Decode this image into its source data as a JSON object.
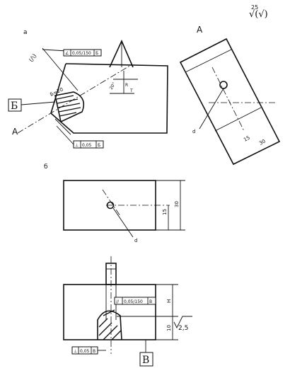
{
  "sheet": {
    "roughness_general": "25",
    "roughness_symbol": "√(√)"
  },
  "view_a": {
    "label": "а",
    "tolerance_frame_top": [
      "∠",
      "0,05/150",
      "Б"
    ],
    "angle_mark": "(/\\)",
    "thread_label": "Б=20",
    "datum_b": "Б",
    "view_arrow_label": "А",
    "tolerance_frame_bottom": [
      "⊥",
      "0,05",
      "Б"
    ],
    "dim_r": "R",
    "dim_t": "T",
    "dim_angle": "20°"
  },
  "section_a": {
    "title": "А",
    "leader_d": "d",
    "dim_15": "15",
    "dim_30": "30"
  },
  "view_b": {
    "label": "б",
    "leader_d": "d",
    "dim_15": "15",
    "dim_30": "30"
  },
  "view_c": {
    "tolerance_frame_top": [
      "//",
      "0,05/150",
      "В"
    ],
    "dim_h": "H",
    "dim_10": "10",
    "roughness_value": "2,5",
    "tolerance_frame_bottom": [
      "⊥",
      "0,05",
      "В"
    ],
    "datum_v": "В"
  }
}
